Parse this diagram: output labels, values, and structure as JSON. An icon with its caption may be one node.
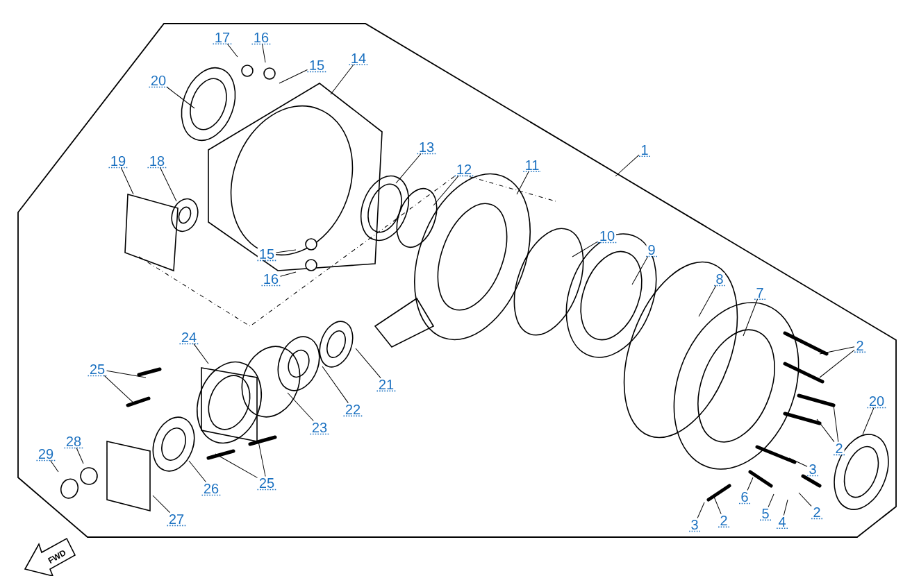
{
  "diagram": {
    "nodes": [
      {
        "text": [
          "17"
        ]
      },
      {
        "text": [
          "16"
        ]
      },
      {
        "text": [
          "15"
        ]
      },
      {
        "text": [
          "14"
        ]
      },
      {
        "text": [
          "20"
        ]
      },
      {
        "text": [
          "13"
        ]
      },
      {
        "text": [
          "12"
        ]
      },
      {
        "text": [
          "11"
        ]
      },
      {
        "text": [
          "1"
        ]
      },
      {
        "text": [
          "19"
        ]
      },
      {
        "text": [
          "18"
        ]
      },
      {
        "text": [
          "10"
        ]
      },
      {
        "text": [
          "9"
        ]
      },
      {
        "text": [
          "15"
        ]
      },
      {
        "text": [
          "16"
        ]
      },
      {
        "text": [
          "8"
        ]
      },
      {
        "text": [
          "7"
        ]
      },
      {
        "text": [
          "24"
        ]
      },
      {
        "text": [
          "2"
        ]
      },
      {
        "text": [
          "25"
        ]
      },
      {
        "text": [
          "21"
        ]
      },
      {
        "text": [
          "22"
        ]
      },
      {
        "text": [
          "20"
        ]
      },
      {
        "text": [
          "23"
        ]
      },
      {
        "text": [
          "28"
        ]
      },
      {
        "text": [
          "2"
        ]
      },
      {
        "text": [
          "29"
        ]
      },
      {
        "text": [
          "3"
        ]
      },
      {
        "text": [
          "25"
        ]
      },
      {
        "text": [
          "26"
        ]
      },
      {
        "text": [
          "6"
        ]
      },
      {
        "text": [
          "5"
        ]
      },
      {
        "text": [
          "2"
        ]
      },
      {
        "text": [
          "27"
        ]
      },
      {
        "text": [
          "4"
        ]
      },
      {
        "text": [
          "2"
        ]
      },
      {
        "text": [
          "3"
        ]
      }
    ],
    "edges": [
      {
        "from": 0,
        "to": null,
        "arrow": "none"
      },
      {
        "from": 1,
        "to": null,
        "arrow": "none"
      },
      {
        "from": 2,
        "to": null,
        "arrow": "none"
      },
      {
        "from": 3,
        "to": null,
        "arrow": "none"
      },
      {
        "from": 4,
        "to": null,
        "arrow": "none"
      },
      {
        "from": 5,
        "to": null,
        "arrow": "none"
      },
      {
        "from": 6,
        "to": null,
        "arrow": "none"
      },
      {
        "from": 7,
        "to": null,
        "arrow": "none"
      },
      {
        "from": 8,
        "to": null,
        "arrow": "none"
      },
      {
        "from": 9,
        "to": null,
        "arrow": "none"
      },
      {
        "from": 10,
        "to": null,
        "arrow": "none"
      },
      {
        "from": 11,
        "to": null,
        "arrow": "none"
      },
      {
        "from": 12,
        "to": null,
        "arrow": "none"
      },
      {
        "from": 13,
        "to": null,
        "arrow": "none"
      },
      {
        "from": 14,
        "to": null,
        "arrow": "none"
      },
      {
        "from": 15,
        "to": null,
        "arrow": "none"
      },
      {
        "from": 16,
        "to": null,
        "arrow": "none"
      },
      {
        "from": 17,
        "to": null,
        "arrow": "none"
      },
      {
        "from": 18,
        "to": null,
        "arrow": "none"
      },
      {
        "from": 18,
        "to": null,
        "arrow": "none"
      },
      {
        "from": 19,
        "to": null,
        "arrow": "none"
      },
      {
        "from": 19,
        "to": null,
        "arrow": "none"
      },
      {
        "from": 20,
        "to": null,
        "arrow": "none"
      },
      {
        "from": 21,
        "to": null,
        "arrow": "none"
      },
      {
        "from": 22,
        "to": null,
        "arrow": "none"
      },
      {
        "from": 23,
        "to": null,
        "arrow": "none"
      },
      {
        "from": 24,
        "to": null,
        "arrow": "none"
      },
      {
        "from": 25,
        "to": null,
        "arrow": "none"
      },
      {
        "from": 25,
        "to": null,
        "arrow": "none"
      },
      {
        "from": 26,
        "to": null,
        "arrow": "none"
      },
      {
        "from": 27,
        "to": null,
        "arrow": "none"
      },
      {
        "from": 28,
        "to": null,
        "arrow": "none"
      },
      {
        "from": 28,
        "to": null,
        "arrow": "none"
      },
      {
        "from": 29,
        "to": null,
        "arrow": "none"
      },
      {
        "from": 30,
        "to": null,
        "arrow": "none"
      },
      {
        "from": 31,
        "to": null,
        "arrow": "none"
      },
      {
        "from": 32,
        "to": null,
        "arrow": "none"
      },
      {
        "from": 33,
        "to": null,
        "arrow": "none"
      },
      {
        "from": 34,
        "to": null,
        "arrow": "none"
      },
      {
        "from": 35,
        "to": null,
        "arrow": "none"
      },
      {
        "from": 36,
        "to": null,
        "arrow": "none"
      }
    ],
    "labels": [
      "FWD"
    ]
  }
}
